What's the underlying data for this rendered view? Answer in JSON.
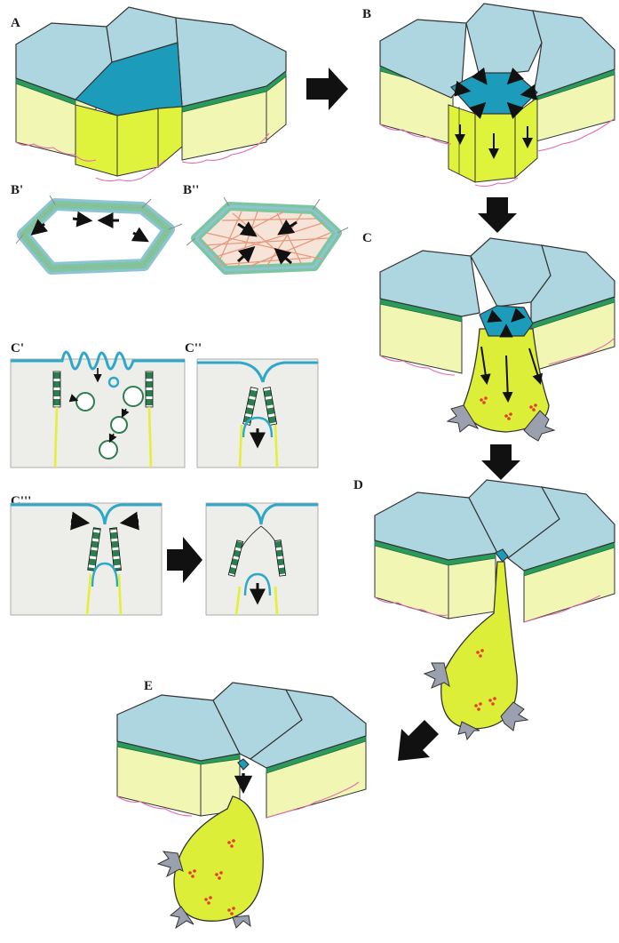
{
  "panels": {
    "A": "A",
    "B": "B",
    "B1": "B'",
    "B2": "B''",
    "C": "C",
    "C1": "C'",
    "C2": "C''",
    "C3": "C'''",
    "D": "D",
    "E": "E"
  },
  "colors": {
    "apical_light": "#aed6e1",
    "apical_constricting": "#1c9cba",
    "lateral_light": "#f1f7b3",
    "lateral_ingressing": "#dff23c",
    "junctional_band": "#2b9b5b",
    "basement_membrane": "#e06fb0",
    "actomyosin_mesh": "#e59a7e",
    "arrows": "#111111"
  }
}
